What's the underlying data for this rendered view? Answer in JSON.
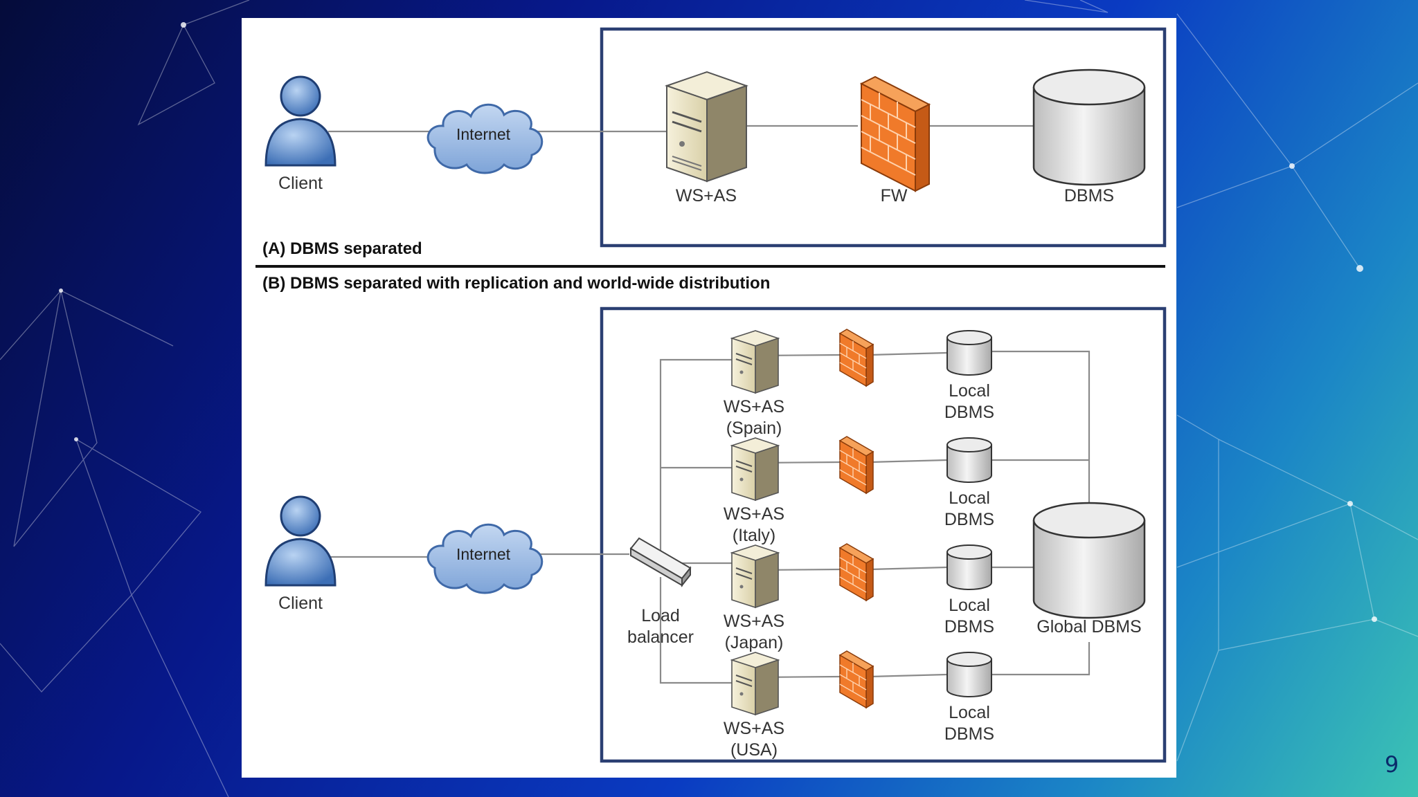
{
  "panel_a": {
    "title": "(A) DBMS separated",
    "client_label": "Client",
    "internet_label": "Internet",
    "server_label": "WS+AS",
    "firewall_label": "FW",
    "dbms_label": "DBMS"
  },
  "panel_b": {
    "title": "(B) DBMS separated with replication and world-wide distribution",
    "client_label": "Client",
    "internet_label": "Internet",
    "load_balancer_line1": "Load",
    "load_balancer_line2": "balancer",
    "global_dbms_label": "Global DBMS",
    "sites": [
      {
        "server_line1": "WS+AS",
        "server_line2": "(Spain)",
        "db_line1": "Local",
        "db_line2": "DBMS"
      },
      {
        "server_line1": "WS+AS",
        "server_line2": "(Italy)",
        "db_line1": "Local",
        "db_line2": "DBMS"
      },
      {
        "server_line1": "WS+AS",
        "server_line2": "(Japan)",
        "db_line1": "Local",
        "db_line2": "DBMS"
      },
      {
        "server_line1": "WS+AS",
        "server_line2": "(USA)",
        "db_line1": "Local",
        "db_line2": "DBMS"
      }
    ]
  },
  "page_number": "9",
  "colors": {
    "frame": "#2b3f72",
    "client_blue": "#5b8fd0",
    "cloud_blue": "#9fbde6",
    "firewall_orange": "#f07a2a",
    "server_beige": "#e9e2c6",
    "db_grey": "#d6d6d6"
  }
}
